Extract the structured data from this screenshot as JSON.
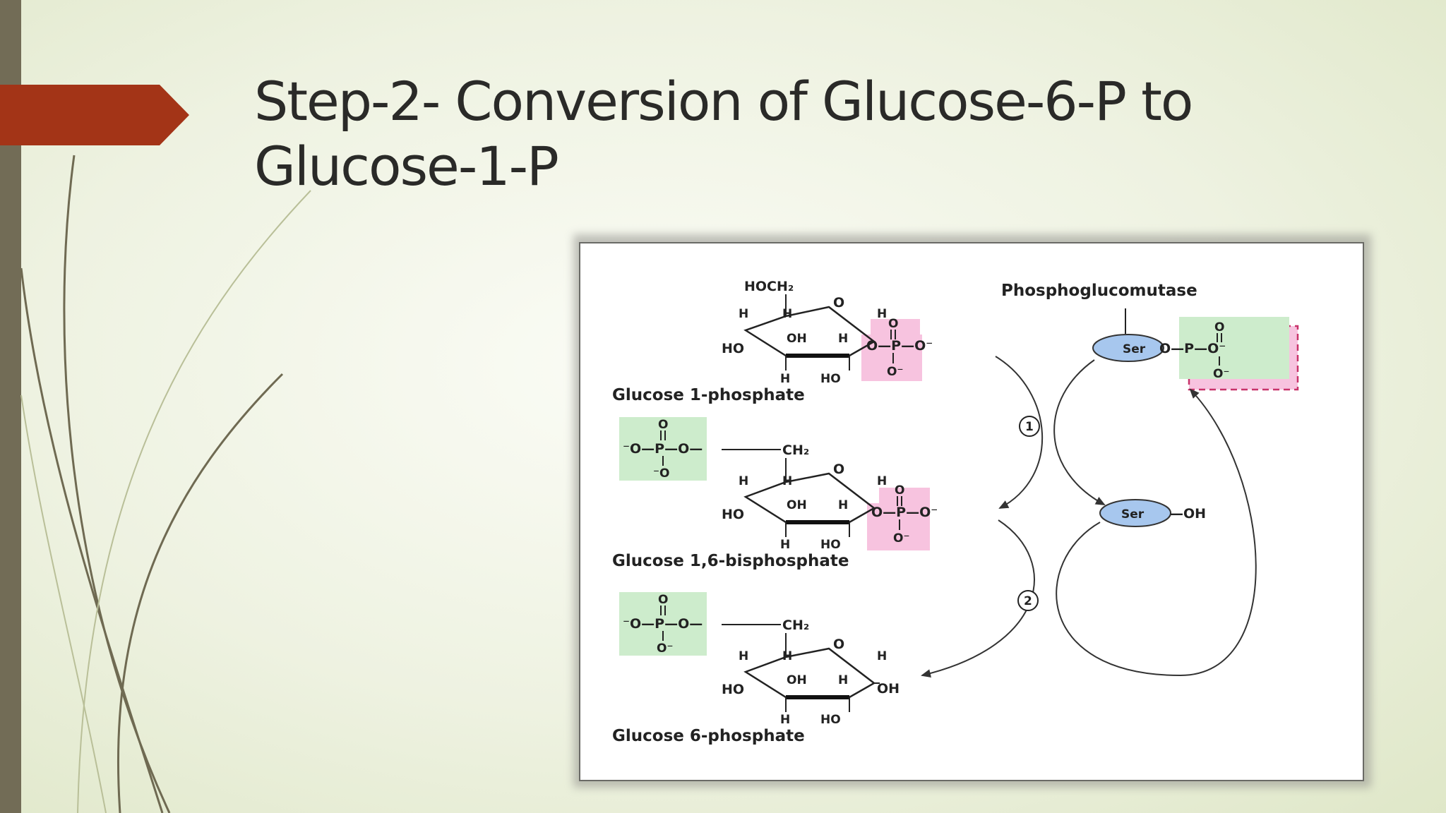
{
  "slide": {
    "title": "Step-2- Conversion of Glucose-6-P to Glucose-1-P"
  },
  "figure": {
    "enzyme_label": "Phosphoglucomutase",
    "molecules": [
      {
        "name": "Glucose 1-phosphate"
      },
      {
        "name": "Glucose 1,6-bisphosphate"
      },
      {
        "name": "Glucose 6-phosphate"
      }
    ],
    "atoms": {
      "hoch2": "HOCH₂",
      "ch2": "CH₂",
      "o": "O",
      "h": "H",
      "oh": "OH",
      "ho": "HO",
      "ser": "Ser",
      "ser_oh": "—OH",
      "phosphate_right": "O—P—O⁻",
      "phosphate_left": "⁻O—P—O—",
      "p_top_o": "O",
      "p_bottom_o_minus": "O⁻",
      "p_bottom_minus_o": "⁻O"
    },
    "steps": [
      "1",
      "2"
    ],
    "colors": {
      "pink": "#f7c3df",
      "green": "#cdeccc",
      "ser_blue": "#a7c7ee",
      "accent": "#a33417",
      "left_bar": "#726c56"
    }
  }
}
